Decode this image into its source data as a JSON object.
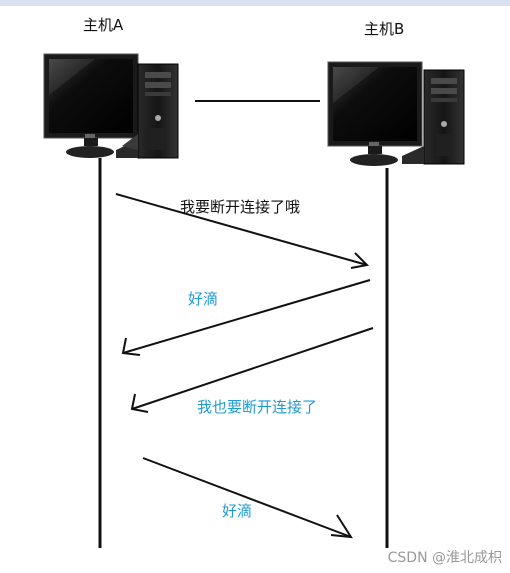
{
  "hosts": {
    "a": {
      "label": "主机A"
    },
    "b": {
      "label": "主机B"
    }
  },
  "messages": [
    {
      "text": "我要断开连接了哦",
      "direction": "A→B",
      "color": "#111111"
    },
    {
      "text": "好滴",
      "direction": "B→A",
      "color": "#1f9bd4"
    },
    {
      "text": "我也要断开连接了",
      "direction": "B→A",
      "color": "#1f9bd4"
    },
    {
      "text": "好滴",
      "direction": "A→B",
      "color": "#1f9bd4"
    }
  ],
  "watermark": "CSDN @淮北成枳",
  "colors": {
    "line": "#111111",
    "blue_text": "#1f9bd4",
    "strip": "#d9e2f1"
  }
}
